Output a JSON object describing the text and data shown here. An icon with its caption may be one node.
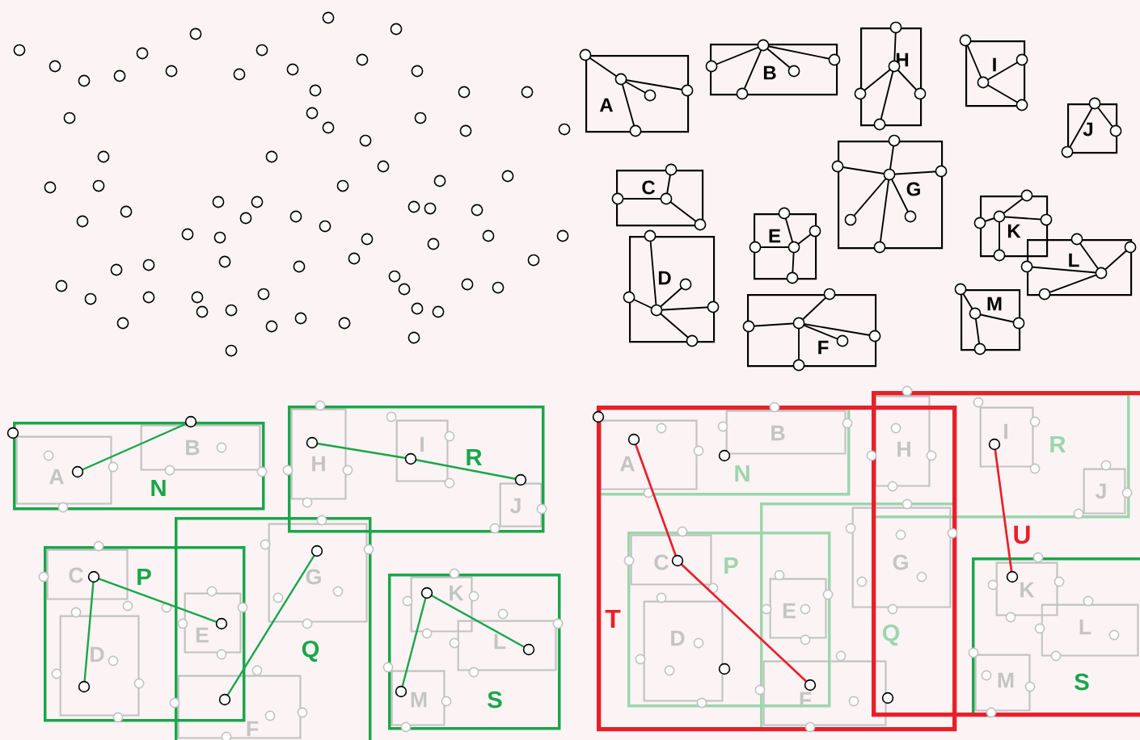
{
  "diagram": {
    "nodes": [
      {
        "text": [
          "A"
        ]
      },
      {
        "text": [
          "B"
        ]
      },
      {
        "text": [
          "H"
        ]
      },
      {
        "text": [
          "I"
        ]
      },
      {
        "text": [
          "J"
        ]
      },
      {
        "text": [
          "C"
        ]
      },
      {
        "text": [
          "G"
        ]
      },
      {
        "text": [
          "E"
        ]
      },
      {
        "text": [
          "K"
        ]
      },
      {
        "text": [
          "L"
        ]
      },
      {
        "text": [
          "D"
        ]
      },
      {
        "text": [
          "M"
        ]
      },
      {
        "text": [
          "F"
        ]
      },
      {
        "text": [
          "N"
        ]
      },
      {
        "text": [
          "A"
        ],
        "in": 13
      },
      {
        "text": [
          "B"
        ],
        "in": 13
      },
      {
        "text": [
          "R"
        ]
      },
      {
        "text": [
          "H"
        ],
        "in": 16
      },
      {
        "text": [
          "I"
        ],
        "in": 16
      },
      {
        "text": [
          "J"
        ],
        "in": 16
      },
      {
        "text": [
          "P"
        ]
      },
      {
        "text": [
          "C"
        ],
        "in": 20
      },
      {
        "text": [
          "D"
        ],
        "in": 20
      },
      {
        "text": [
          "E"
        ]
      },
      {
        "text": [
          "Q"
        ]
      },
      {
        "text": [
          "G"
        ],
        "in": 24
      },
      {
        "text": [
          "F"
        ],
        "in": 24
      },
      {
        "text": [
          "S"
        ]
      },
      {
        "text": [
          "K"
        ],
        "in": 27
      },
      {
        "text": [
          "L"
        ],
        "in": 27
      },
      {
        "text": [
          "M"
        ],
        "in": 27
      },
      {
        "text": [
          "T"
        ]
      },
      {
        "text": [
          "N"
        ],
        "in": 31
      },
      {
        "text": [
          "A"
        ],
        "in": 32
      },
      {
        "text": [
          "B"
        ],
        "in": 32
      },
      {
        "text": [
          "P"
        ],
        "in": 31
      },
      {
        "text": [
          "C"
        ],
        "in": 35
      },
      {
        "text": [
          "D"
        ],
        "in": 35
      },
      {
        "text": [
          "E"
        ]
      },
      {
        "text": [
          "Q"
        ],
        "in": 31
      },
      {
        "text": [
          "G"
        ],
        "in": 39
      },
      {
        "text": [
          "F"
        ],
        "in": 39
      },
      {
        "text": [
          "U"
        ]
      },
      {
        "text": [
          "R"
        ],
        "in": 42
      },
      {
        "text": [
          "H"
        ],
        "in": 43
      },
      {
        "text": [
          "I"
        ],
        "in": 43
      },
      {
        "text": [
          "J"
        ],
        "in": 43
      },
      {
        "text": [
          "S"
        ],
        "in": 42
      },
      {
        "text": [
          "K"
        ],
        "in": 47
      },
      {
        "text": [
          "L"
        ],
        "in": 47
      },
      {
        "text": [
          "M"
        ],
        "in": 47
      }
    ]
  }
}
